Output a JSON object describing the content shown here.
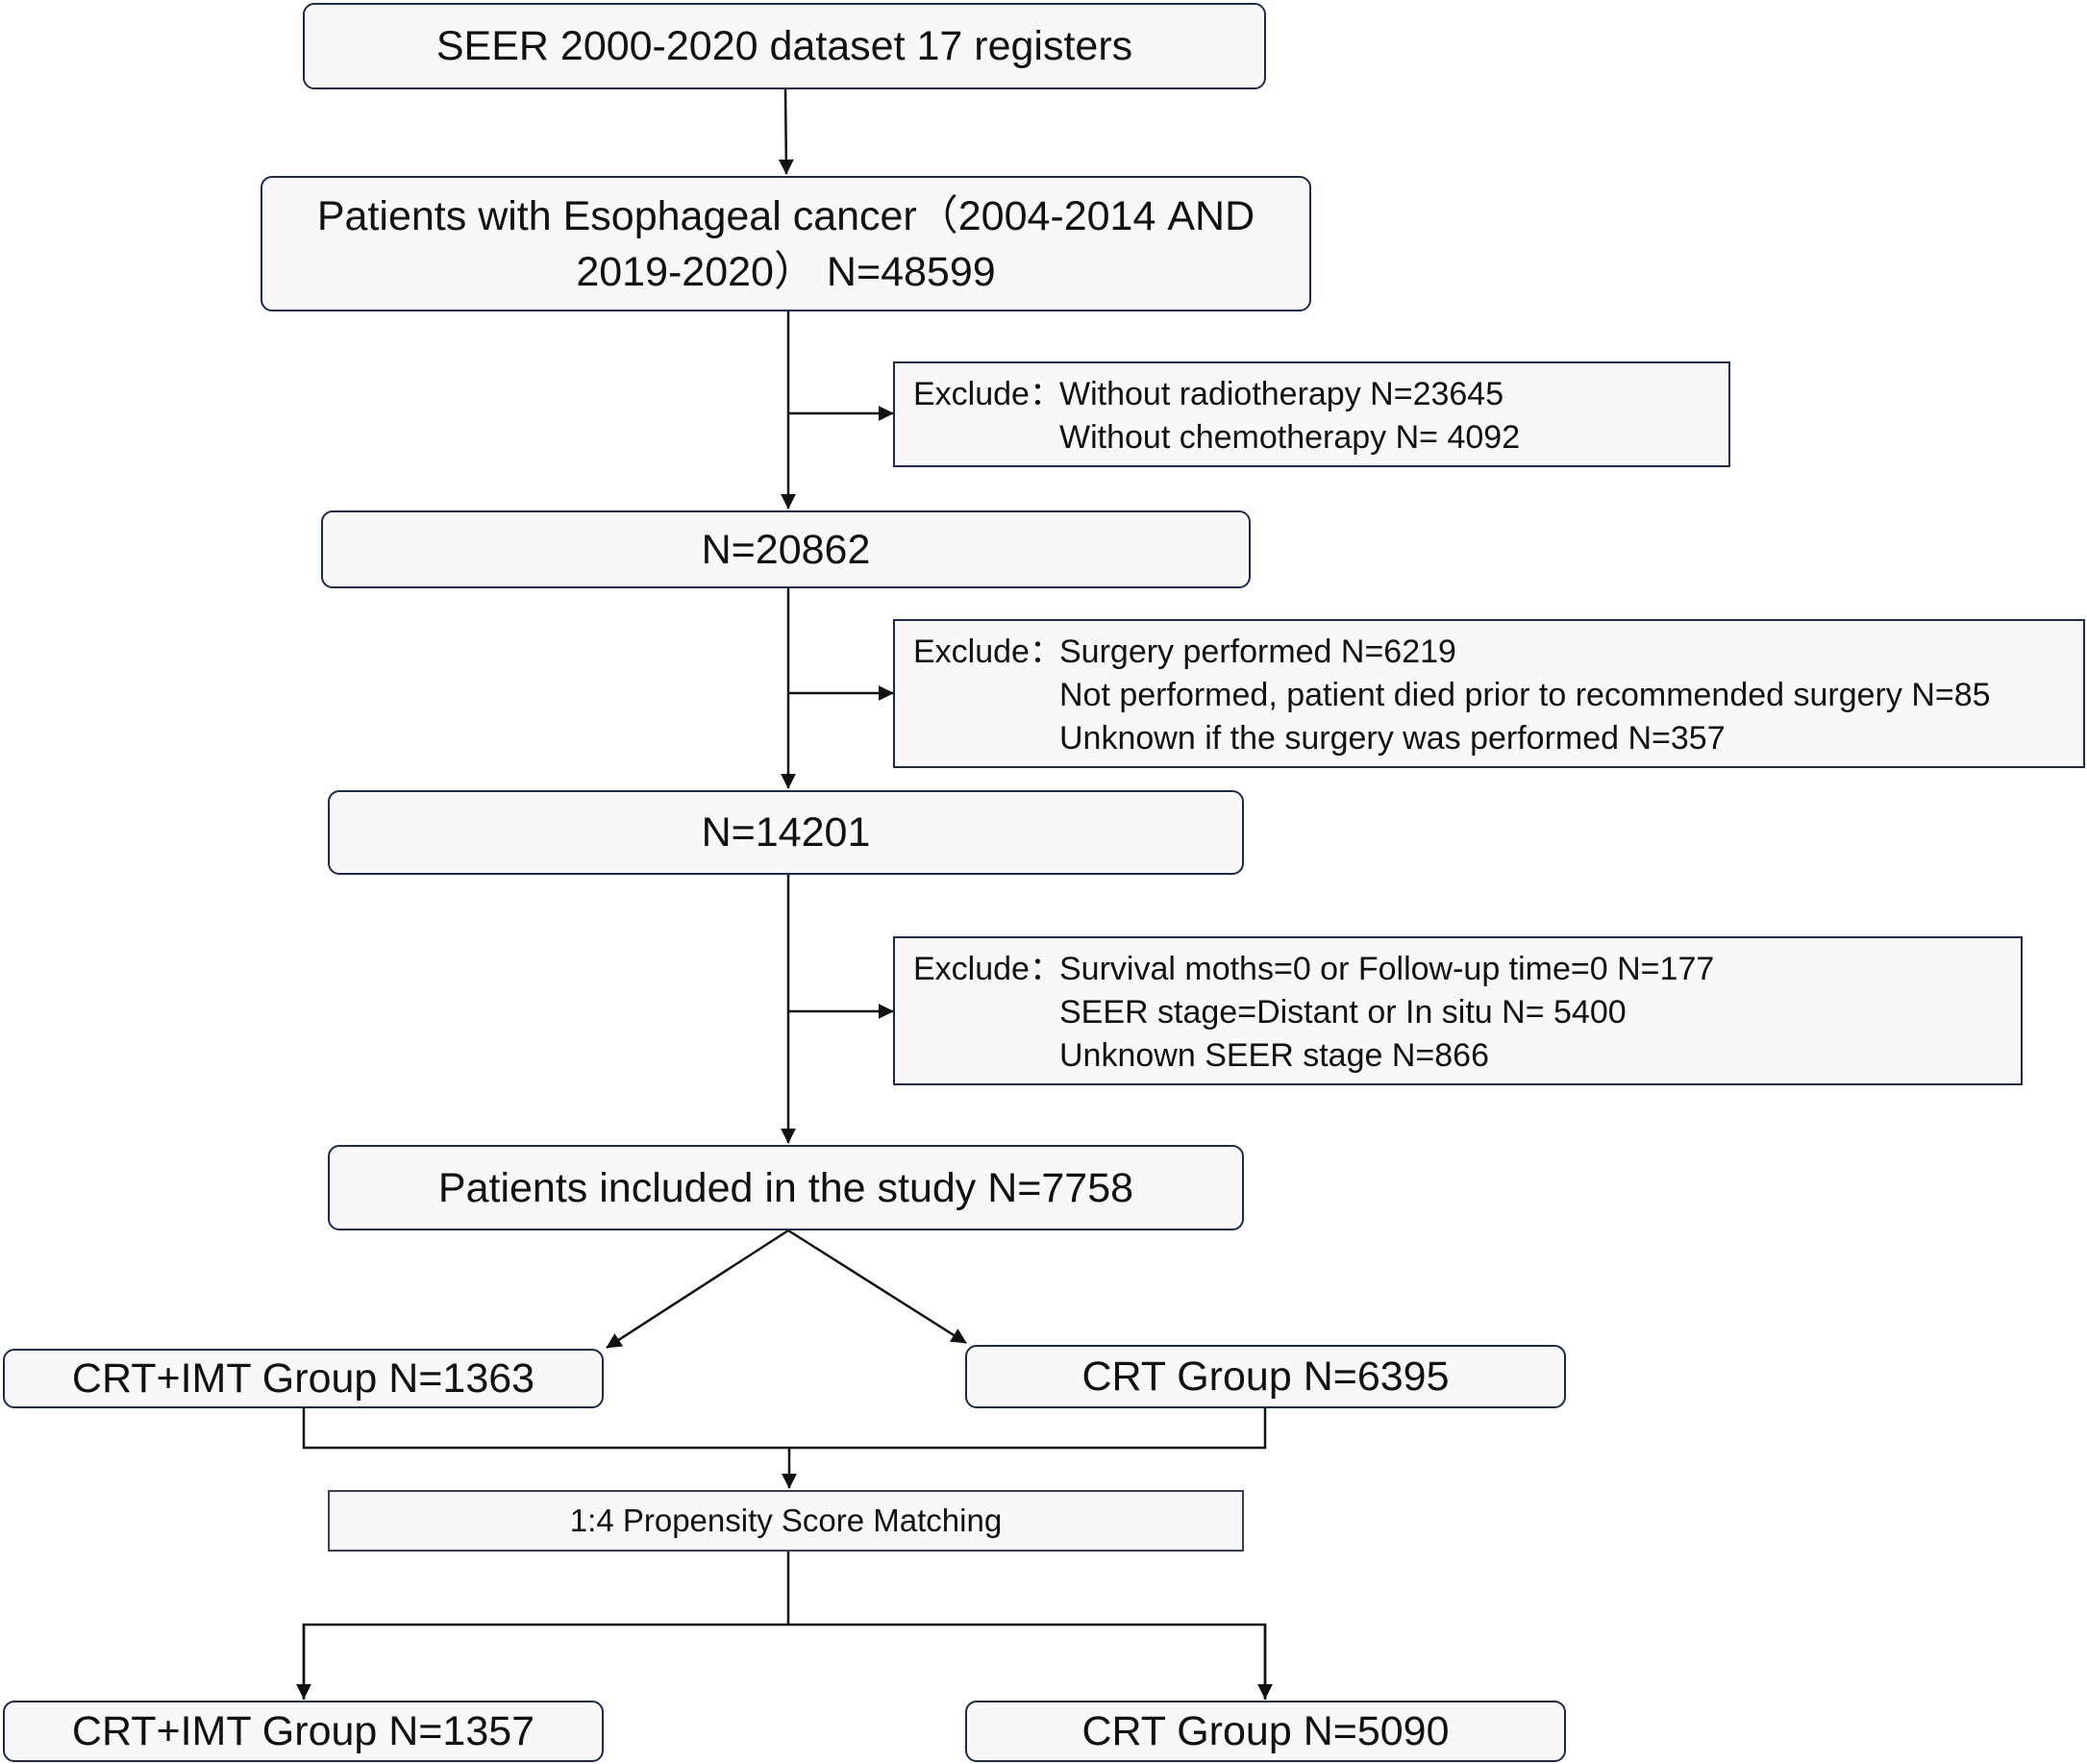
{
  "steps": {
    "source": "SEER 2000-2020  dataset  17 registers",
    "patients_line1": "Patients with Esophageal cancer（2004-2014 AND",
    "patients_line2": "2019-2020） N=48599",
    "n1": "N=20862",
    "n2": "N=14201",
    "included": "Patients included in the study  N=7758",
    "matching": "1:4 Propensity Score Matching"
  },
  "exclusions": [
    {
      "label": "Exclude：",
      "items": [
        "Without radiotherapy    N=23645",
        "Without chemotherapy  N= 4092"
      ]
    },
    {
      "label": "Exclude：",
      "items": [
        "Surgery performed N=6219",
        "Not performed, patient died prior to recommended surgery N=85",
        "Unknown if the surgery was performed N=357"
      ]
    },
    {
      "label": "Exclude：",
      "items": [
        "Survival moths=0  or Follow-up time=0 N=177",
        "SEER stage=Distant or In situ N= 5400",
        "Unknown SEER stage  N=866"
      ]
    }
  ],
  "groups_before": {
    "left": "CRT+IMT Group N=1363",
    "right": "CRT  Group N=6395"
  },
  "groups_after": {
    "left": "CRT+IMT Group N=1357",
    "right": "CRT Group N=5090"
  }
}
